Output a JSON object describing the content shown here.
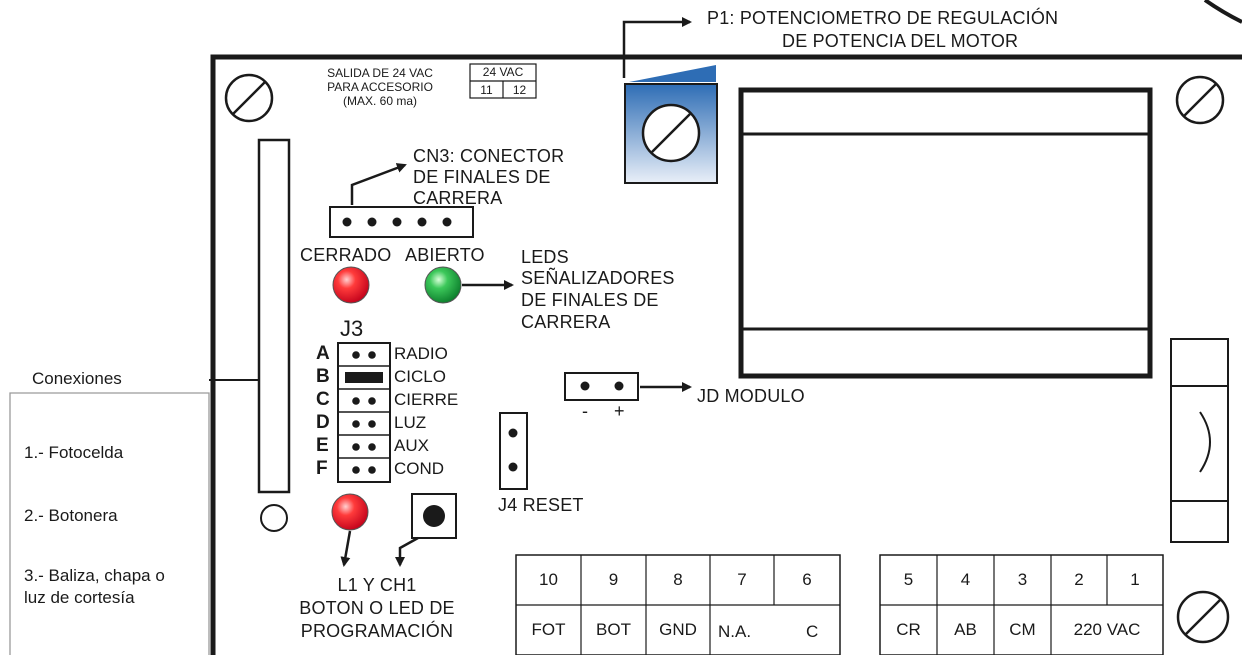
{
  "p1": {
    "line1": "P1: POTENCIOMETRO DE REGULACIÓN",
    "line2": "DE POTENCIA DEL MOTOR"
  },
  "salida": {
    "line1": "SALIDA DE 24 VAC",
    "line2": "PARA ACCESORIO",
    "line3": "(MAX. 60 ma)",
    "box_top": "24 VAC",
    "box_left": "11",
    "box_right": "12"
  },
  "cn3": {
    "line1": "CN3: CONECTOR",
    "line2": "DE FINALES DE",
    "line3": "CARRERA"
  },
  "leds": {
    "cerrado": "CERRADO",
    "abierto": "ABIERTO",
    "desc_line1": "LEDS",
    "desc_line2": "SEÑALIZADORES",
    "desc_line3": "DE FINALES DE",
    "desc_line4": "CARRERA",
    "red_color": "#e8202a",
    "green_color": "#16a34a"
  },
  "j3": {
    "title": "J3",
    "rows": [
      {
        "letter": "A",
        "label": "RADIO"
      },
      {
        "letter": "B",
        "label": "CICLO"
      },
      {
        "letter": "C",
        "label": "CIERRE"
      },
      {
        "letter": "D",
        "label": "LUZ"
      },
      {
        "letter": "E",
        "label": "AUX"
      },
      {
        "letter": "F",
        "label": "COND"
      }
    ]
  },
  "jd": {
    "label": "JD MODULO",
    "minus": "-",
    "plus": "+"
  },
  "j4": {
    "label": "J4 RESET"
  },
  "l1": {
    "line1": "L1 Y CH1",
    "line2": "BOTON O LED DE",
    "line3": "PROGRAMACIÓN"
  },
  "conexiones": {
    "title": "Conexiones",
    "item1": "1.- Fotocelda",
    "item2": "2.- Botonera",
    "item3_line1": "3.- Baliza, chapa o",
    "item3_line2": "luz de cortesía"
  },
  "terminals_left": [
    {
      "num": "10",
      "name": "FOT"
    },
    {
      "num": "9",
      "name": "BOT"
    },
    {
      "num": "8",
      "name": "GND"
    },
    {
      "num": "7",
      "name": "N.A."
    },
    {
      "num": "6",
      "name": "C"
    }
  ],
  "terminals_right": {
    "nums": [
      "5",
      "4",
      "3",
      "2",
      "1"
    ],
    "names": [
      "CR",
      "AB",
      "CM",
      "220 VAC"
    ]
  }
}
